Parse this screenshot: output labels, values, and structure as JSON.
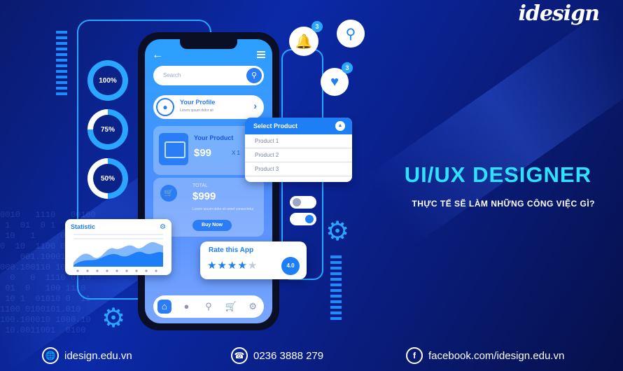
{
  "brand": {
    "logo": "idesign"
  },
  "headline": {
    "title": "UI/UX DESIGNER",
    "subtitle": "THỰC TẾ SẼ LÀM NHỮNG CÔNG VIỆC GÌ?"
  },
  "phone": {
    "search_placeholder": "Search",
    "profile": {
      "title": "Your Profile",
      "subtitle": "Lorem ipsum dolor sit"
    },
    "product": {
      "name": "Your Product",
      "price": "$99",
      "qty": "X 1"
    },
    "total": {
      "label": "TOTAL",
      "amount": "$999",
      "fine_print": "Lorem ipsum dolor sit amet consectetur",
      "buy_label": "Buy Now"
    }
  },
  "select_product": {
    "title": "Select Product",
    "options": [
      "Product 1",
      "Product 2",
      "Product 3"
    ]
  },
  "statistic": {
    "title": "Statistic"
  },
  "rating": {
    "title": "Rate this App",
    "stars": 4,
    "max_stars": 5,
    "score": "4.0"
  },
  "progress_rings": [
    {
      "label": "100%",
      "value": 100
    },
    {
      "label": "75%",
      "value": 75
    },
    {
      "label": "50%",
      "value": 50
    }
  ],
  "notifications": {
    "bell_count": "3",
    "heart_count": "3"
  },
  "footer": {
    "website": "idesign.edu.vn",
    "phone": "0236 3888 279",
    "facebook": "facebook.com/idesign.edu.vn"
  },
  "colors": {
    "accent": "#1e7ef5",
    "headline": "#2ee2ff",
    "background": "#0b2aa8"
  }
}
